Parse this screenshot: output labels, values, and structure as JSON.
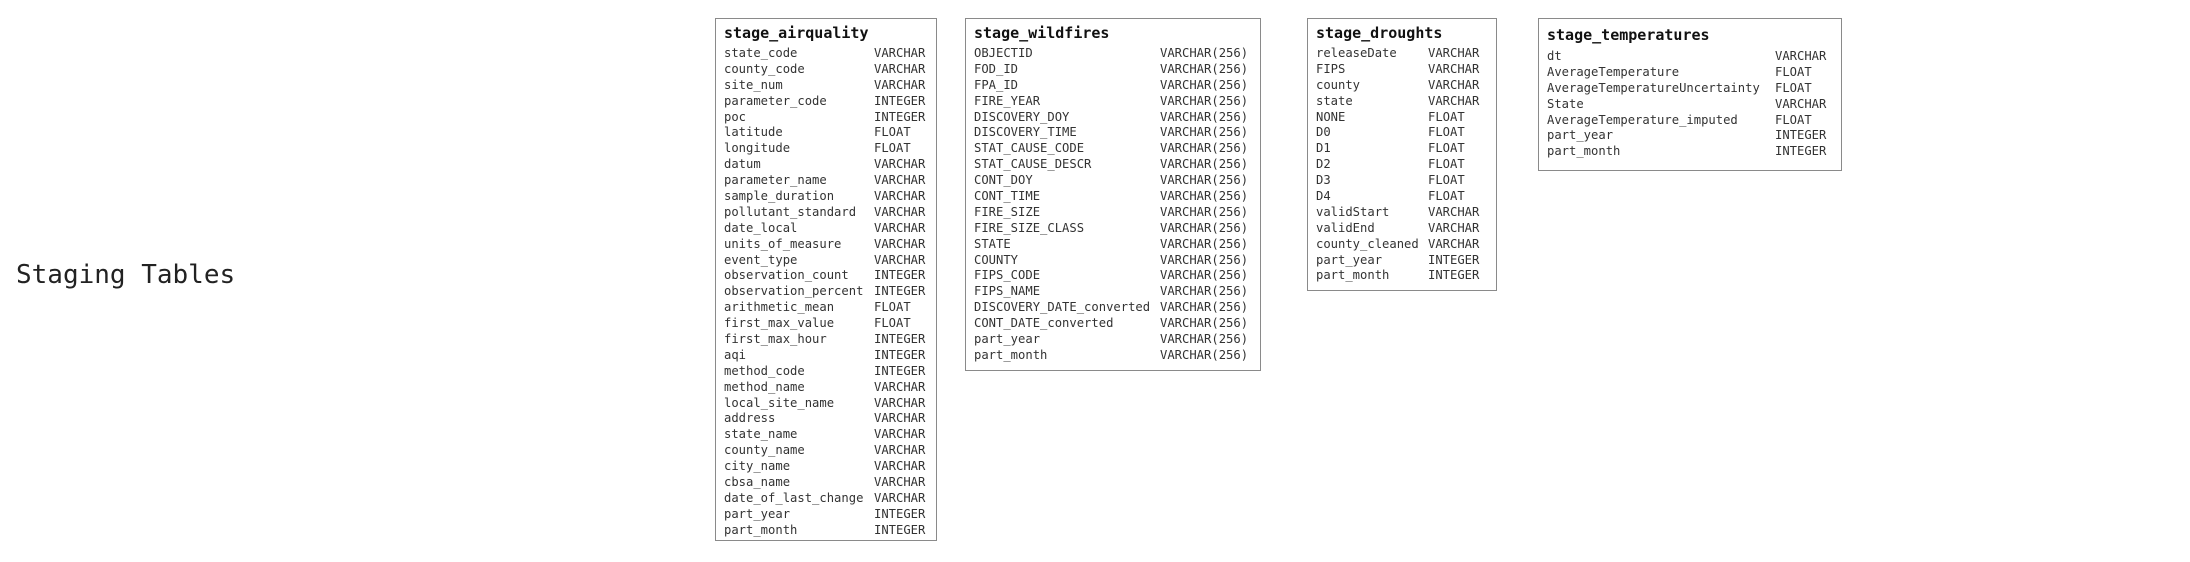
{
  "page_title": "Staging Tables",
  "tables": [
    {
      "name": "stage_airquality",
      "columns": [
        {
          "name": "state_code",
          "type": "VARCHAR"
        },
        {
          "name": "county_code",
          "type": "VARCHAR"
        },
        {
          "name": "site_num",
          "type": "VARCHAR"
        },
        {
          "name": "parameter_code",
          "type": "INTEGER"
        },
        {
          "name": "poc",
          "type": "INTEGER"
        },
        {
          "name": "latitude",
          "type": "FLOAT"
        },
        {
          "name": "longitude",
          "type": "FLOAT"
        },
        {
          "name": "datum",
          "type": "VARCHAR"
        },
        {
          "name": "parameter_name",
          "type": "VARCHAR"
        },
        {
          "name": "sample_duration",
          "type": "VARCHAR"
        },
        {
          "name": "pollutant_standard",
          "type": "VARCHAR"
        },
        {
          "name": "date_local",
          "type": "VARCHAR"
        },
        {
          "name": "units_of_measure",
          "type": "VARCHAR"
        },
        {
          "name": "event_type",
          "type": "VARCHAR"
        },
        {
          "name": "observation_count",
          "type": "INTEGER"
        },
        {
          "name": "observation_percent",
          "type": "INTEGER"
        },
        {
          "name": "arithmetic_mean",
          "type": "FLOAT"
        },
        {
          "name": "first_max_value",
          "type": "FLOAT"
        },
        {
          "name": "first_max_hour",
          "type": "INTEGER"
        },
        {
          "name": "aqi",
          "type": "INTEGER"
        },
        {
          "name": "method_code",
          "type": "INTEGER"
        },
        {
          "name": "method_name",
          "type": "VARCHAR"
        },
        {
          "name": "local_site_name",
          "type": "VARCHAR"
        },
        {
          "name": "address",
          "type": "VARCHAR"
        },
        {
          "name": "state_name",
          "type": "VARCHAR"
        },
        {
          "name": "county_name",
          "type": "VARCHAR"
        },
        {
          "name": "city_name",
          "type": "VARCHAR"
        },
        {
          "name": "cbsa_name",
          "type": "VARCHAR"
        },
        {
          "name": "date_of_last_change",
          "type": "VARCHAR"
        },
        {
          "name": "part_year",
          "type": "INTEGER"
        },
        {
          "name": "part_month",
          "type": "INTEGER"
        }
      ]
    },
    {
      "name": "stage_wildfires",
      "columns": [
        {
          "name": "OBJECTID",
          "type": "VARCHAR(256)"
        },
        {
          "name": "FOD_ID",
          "type": "VARCHAR(256)"
        },
        {
          "name": "FPA_ID",
          "type": "VARCHAR(256)"
        },
        {
          "name": "FIRE_YEAR",
          "type": "VARCHAR(256)"
        },
        {
          "name": "DISCOVERY_DOY",
          "type": "VARCHAR(256)"
        },
        {
          "name": "DISCOVERY_TIME",
          "type": "VARCHAR(256)"
        },
        {
          "name": "STAT_CAUSE_CODE",
          "type": "VARCHAR(256)"
        },
        {
          "name": "STAT_CAUSE_DESCR",
          "type": "VARCHAR(256)"
        },
        {
          "name": "CONT_DOY",
          "type": "VARCHAR(256)"
        },
        {
          "name": "CONT_TIME",
          "type": "VARCHAR(256)"
        },
        {
          "name": "FIRE_SIZE",
          "type": "VARCHAR(256)"
        },
        {
          "name": "FIRE_SIZE_CLASS",
          "type": "VARCHAR(256)"
        },
        {
          "name": "STATE",
          "type": "VARCHAR(256)"
        },
        {
          "name": "COUNTY",
          "type": "VARCHAR(256)"
        },
        {
          "name": "FIPS_CODE",
          "type": "VARCHAR(256)"
        },
        {
          "name": "FIPS_NAME",
          "type": "VARCHAR(256)"
        },
        {
          "name": "DISCOVERY_DATE_converted",
          "type": "VARCHAR(256)"
        },
        {
          "name": "CONT_DATE_converted",
          "type": "VARCHAR(256)"
        },
        {
          "name": "part_year",
          "type": "VARCHAR(256)"
        },
        {
          "name": "part_month",
          "type": "VARCHAR(256)"
        }
      ]
    },
    {
      "name": "stage_droughts",
      "columns": [
        {
          "name": "releaseDate",
          "type": "VARCHAR"
        },
        {
          "name": "FIPS",
          "type": "VARCHAR"
        },
        {
          "name": "county",
          "type": "VARCHAR"
        },
        {
          "name": "state",
          "type": "VARCHAR"
        },
        {
          "name": "NONE",
          "type": "FLOAT"
        },
        {
          "name": "D0",
          "type": "FLOAT"
        },
        {
          "name": "D1",
          "type": "FLOAT"
        },
        {
          "name": "D2",
          "type": "FLOAT"
        },
        {
          "name": "D3",
          "type": "FLOAT"
        },
        {
          "name": "D4",
          "type": "FLOAT"
        },
        {
          "name": "validStart",
          "type": "VARCHAR"
        },
        {
          "name": "validEnd",
          "type": "VARCHAR"
        },
        {
          "name": "county_cleaned",
          "type": "VARCHAR"
        },
        {
          "name": "part_year",
          "type": "INTEGER"
        },
        {
          "name": "part_month",
          "type": "INTEGER"
        }
      ]
    },
    {
      "name": "stage_temperatures",
      "columns": [
        {
          "name": "dt",
          "type": "VARCHAR"
        },
        {
          "name": "AverageTemperature",
          "type": "FLOAT"
        },
        {
          "name": "AverageTemperatureUncertainty",
          "type": "FLOAT"
        },
        {
          "name": "State",
          "type": "VARCHAR"
        },
        {
          "name": "AverageTemperature_imputed",
          "type": "FLOAT"
        },
        {
          "name": "part_year",
          "type": "INTEGER"
        },
        {
          "name": "part_month",
          "type": "INTEGER"
        }
      ]
    }
  ]
}
